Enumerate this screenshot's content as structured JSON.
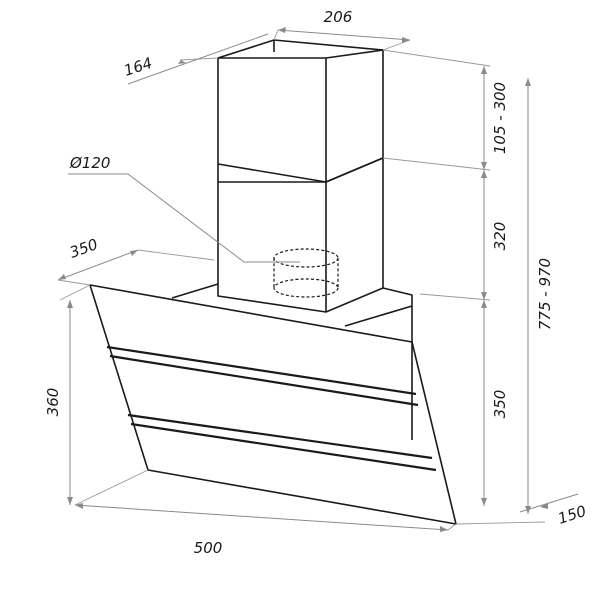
{
  "dimensions": {
    "chimney_width": "206",
    "chimney_depth": "164",
    "duct_diameter": "Ø120",
    "canopy_depth": "350",
    "height_extension": "105 - 300",
    "height_chimney_lower": "320",
    "height_body": "350",
    "height_total": "775 - 970",
    "height_front_panel": "360",
    "width_total": "500",
    "depth_bottom": "150"
  }
}
